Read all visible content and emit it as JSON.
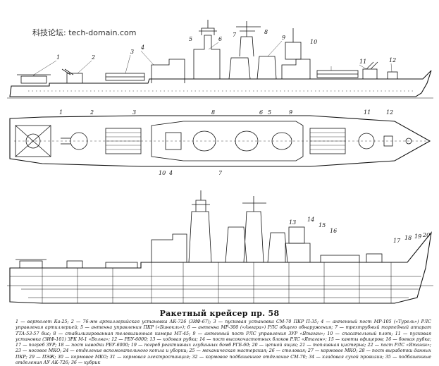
{
  "watermark": "科技论坛: tech-domain.com",
  "caption": "Ракетный крейсер пр. 58",
  "top_view_labels": [
    "1",
    "2",
    "3",
    "4",
    "5",
    "6",
    "7",
    "8",
    "9",
    "10",
    "11",
    "12"
  ],
  "plan_view_labels": [
    "1",
    "2",
    "3",
    "4",
    "5",
    "6",
    "7",
    "8",
    "9",
    "10",
    "11",
    "12"
  ],
  "section_labels": [
    "13",
    "14",
    "15",
    "16",
    "17",
    "18",
    "19",
    "20"
  ],
  "legend": "1 — вертолет Ка-25; 2 — 76-мм артиллерийская установка АК-726 (ЗИФ-67); 3 — пусковая установка СМ-70 ПКР П-35; 4 — антенный пост МР-105 («Турель») РЛС управления артиллерией; 5 — антенна управления ПКР («Бинокль»); 6 — антенна МР-300 («Ангара») РЛС общего обнаружения; 7 — трехтрубный торпедный аппарат ТТА-53-57 бис; 8 — стабилизированная телевизионная камера МТ-45; 9 — антенный пост РЛС управления ЗУР «Ятаган»; 10 — спасательный плот; 11 — пусковая установка (ЗИФ-101) ЗРК М-1 «Волна»; 12 — РБУ-6000; 13 — ходовая рубка; 14 — пост высокочастотных блоков РЛС «Ятаган»; 15 — каюты офицеров; 16 — боевая рубка; 17 — погреб ЗУР; 18 — пост наводки РБУ-6000; 19 — погреб реактивных глубинных бомб РГБ-60; 20 — цепной ящик; 21 — топливная цистерна; 22 — пост РЛС «Ятаган»; 23 — носовое МКО; 24 — отделение вспомогательного котла и уборки; 25 — механическая мастерская; 26 — столовая; 27 — кормовое МКО; 28 — пост выработки данных ПКР; 29 — ПЭЖ; 30 — кормовое МКО; 31 — кормовая электростанция; 32 — кормовое подбашенное отделение СМ-70; 34 — кладовая сухой провизии; 35 — подбашенные отделения АУ АК-726; 36 — кубрик"
}
